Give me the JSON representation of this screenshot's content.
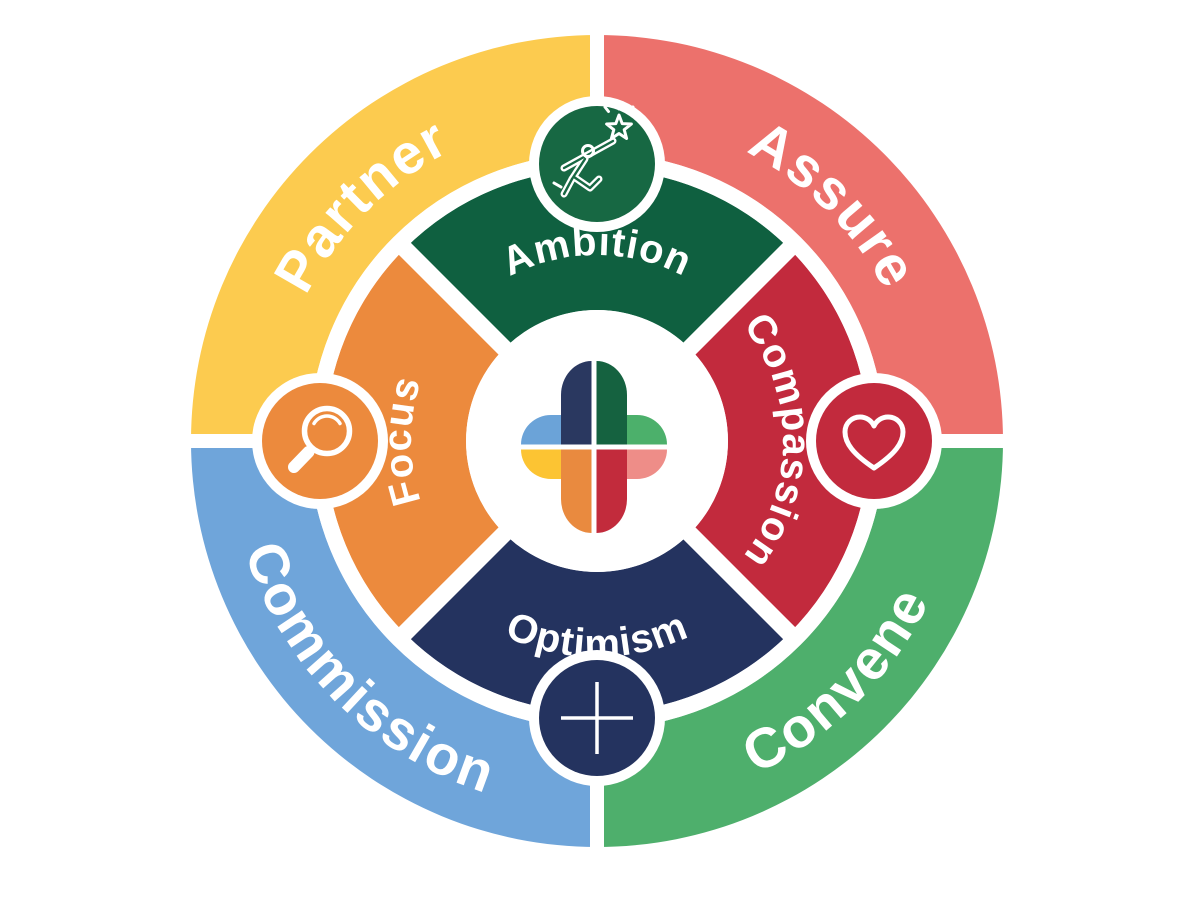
{
  "diagram": {
    "description": "Circular values wheel with outer behaviours ring and inner values ring around a cross-shaped logo",
    "background": "#FFFFFF",
    "text_color": "#FFFFFF",
    "outer_ring": [
      {
        "label": "Partner",
        "position": "top-left",
        "color": "#FCCB4F"
      },
      {
        "label": "Assure",
        "position": "top-right",
        "color": "#EC716C"
      },
      {
        "label": "Convene",
        "position": "bottom-right",
        "color": "#4EAF6C"
      },
      {
        "label": "Commission",
        "position": "bottom-left",
        "color": "#6FA5DA"
      }
    ],
    "inner_ring": [
      {
        "label": "Ambition",
        "position": "top",
        "color": "#0F6040",
        "badge_color": "#176843",
        "icon": "reaching-star-icon"
      },
      {
        "label": "Compassion",
        "position": "right",
        "color": "#C22A3D",
        "badge_color": "#C22A3D",
        "icon": "heart-icon"
      },
      {
        "label": "Optimism",
        "position": "bottom",
        "color": "#24335F",
        "badge_color": "#24335F",
        "icon": "plus-icon"
      },
      {
        "label": "Focus",
        "position": "left",
        "color": "#EC8A3D",
        "badge_color": "#EC8A3D",
        "icon": "magnifier-icon"
      }
    ],
    "center_logo": {
      "shape": "rounded cross of eight colored segments",
      "colors": {
        "top_left_vertical": "#2A3860",
        "top_right_vertical": "#156240",
        "left_top_horizontal": "#6BA3D8",
        "right_top_horizontal": "#4CB06B",
        "left_bottom_horizontal": "#FCC433",
        "right_bottom_horizontal": "#EE8D88",
        "bottom_left_vertical": "#E98A3F",
        "bottom_right_vertical": "#C22B3C"
      }
    }
  }
}
